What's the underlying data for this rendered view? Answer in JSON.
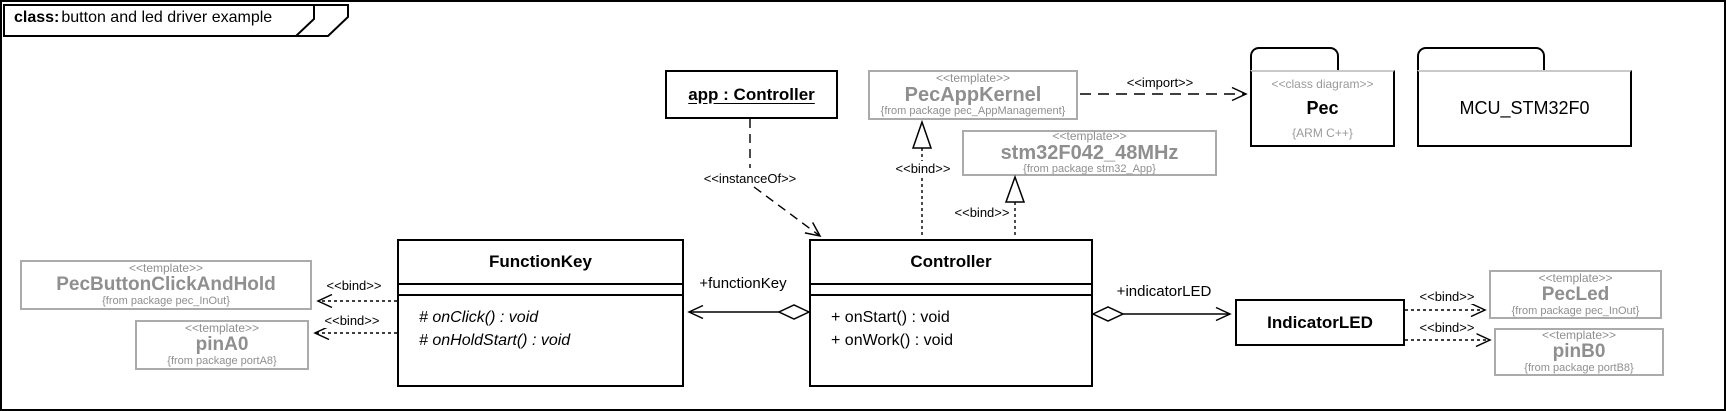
{
  "frame": {
    "keyword": "class:",
    "title": "button and led driver example"
  },
  "colors": {
    "black": "#000000",
    "gray_text": "#8f8f8f",
    "gray_border": "#ababab",
    "package_top_line": "#c9c9c9"
  },
  "boxes": {
    "app_instance": {
      "label": "app : Controller"
    },
    "pec_app_kernel": {
      "stereotype": "<<template>>",
      "name": "PecAppKernel",
      "from_package": "{from package pec_AppManagement}"
    },
    "stm32": {
      "stereotype": "<<template>>",
      "name": "stm32F042_48MHz",
      "from_package": "{from package stm32_App}"
    },
    "pec_package": {
      "stereotype": "<<class diagram>>",
      "name": "Pec",
      "annotation": "{ARM C++}"
    },
    "mcu_package": {
      "name": "MCU_STM32F0"
    },
    "function_key": {
      "name": "FunctionKey",
      "operations": [
        "# onClick() : void",
        "# onHoldStart() : void"
      ]
    },
    "controller": {
      "name": "Controller",
      "operations": [
        "+ onStart() : void",
        "+ onWork() : void"
      ]
    },
    "indicator_led": {
      "name": "IndicatorLED"
    },
    "pec_button": {
      "stereotype": "<<template>>",
      "name": "PecButtonClickAndHold",
      "from_package": "{from package pec_InOut}"
    },
    "pin_a0": {
      "stereotype": "<<template>>",
      "name": "pinA0",
      "from_package": "{from package portA8}"
    },
    "pec_led": {
      "stereotype": "<<template>>",
      "name": "PecLed",
      "from_package": "{from package pec_InOut}"
    },
    "pin_b0": {
      "stereotype": "<<template>>",
      "name": "pinB0",
      "from_package": "{from package portB8}"
    }
  },
  "labels": {
    "instance_of": "<<instanceOf>>",
    "import": "<<import>>",
    "bind": "<<bind>>",
    "function_key_role": "+functionKey",
    "indicator_led_role": "+indicatorLED"
  }
}
